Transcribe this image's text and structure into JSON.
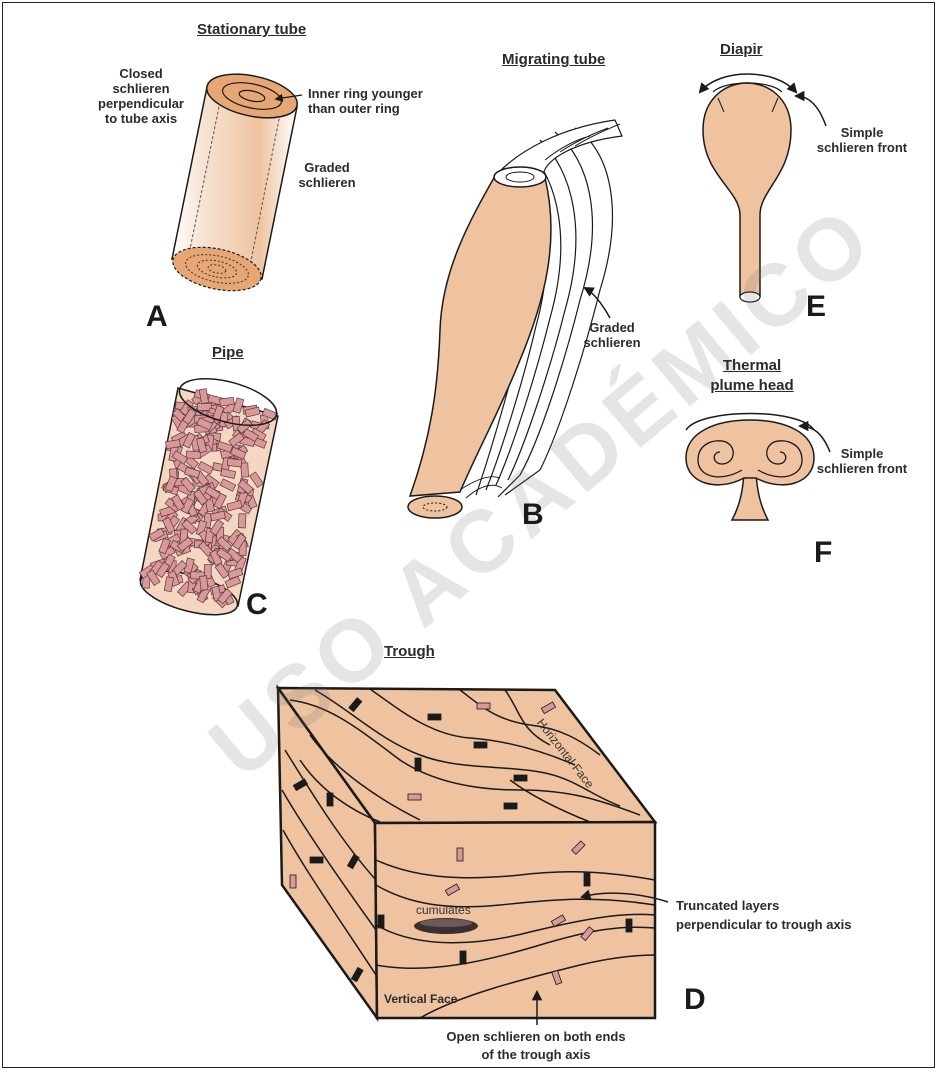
{
  "panels": {
    "a": {
      "title": "Stationary tube",
      "letter": "A",
      "label_closed": "Closed\nschlieren\nperpendicular\nto tube axis",
      "label_inner": "Inner ring younger\nthan outer ring",
      "label_graded": "Graded\nschlieren"
    },
    "b": {
      "title": "Migrating tube",
      "letter": "B",
      "label_graded": "Graded\nschlieren"
    },
    "c": {
      "title": "Pipe",
      "letter": "C"
    },
    "d": {
      "title": "Trough",
      "letter": "D",
      "label_horizontal": "Horizontal Face",
      "label_vertical": "Vertical Face",
      "label_cumulates": "cumulates",
      "label_truncated": "Truncated layers\nperpendicular to trough axis",
      "label_open": "Open schlieren on both ends\nof the trough axis"
    },
    "e": {
      "title": "Diapir",
      "letter": "E",
      "label_front": "Simple\nschlieren front"
    },
    "f": {
      "title": "Thermal\nplume head",
      "letter": "F",
      "label_front": "Simple\nschlieren front"
    }
  },
  "watermark": "USO ACADÉMICO",
  "colors": {
    "fill": "#EFC3A0",
    "fill_dark": "#E7A774",
    "crystal": "#D9999B",
    "line": "#1a1a1a"
  }
}
